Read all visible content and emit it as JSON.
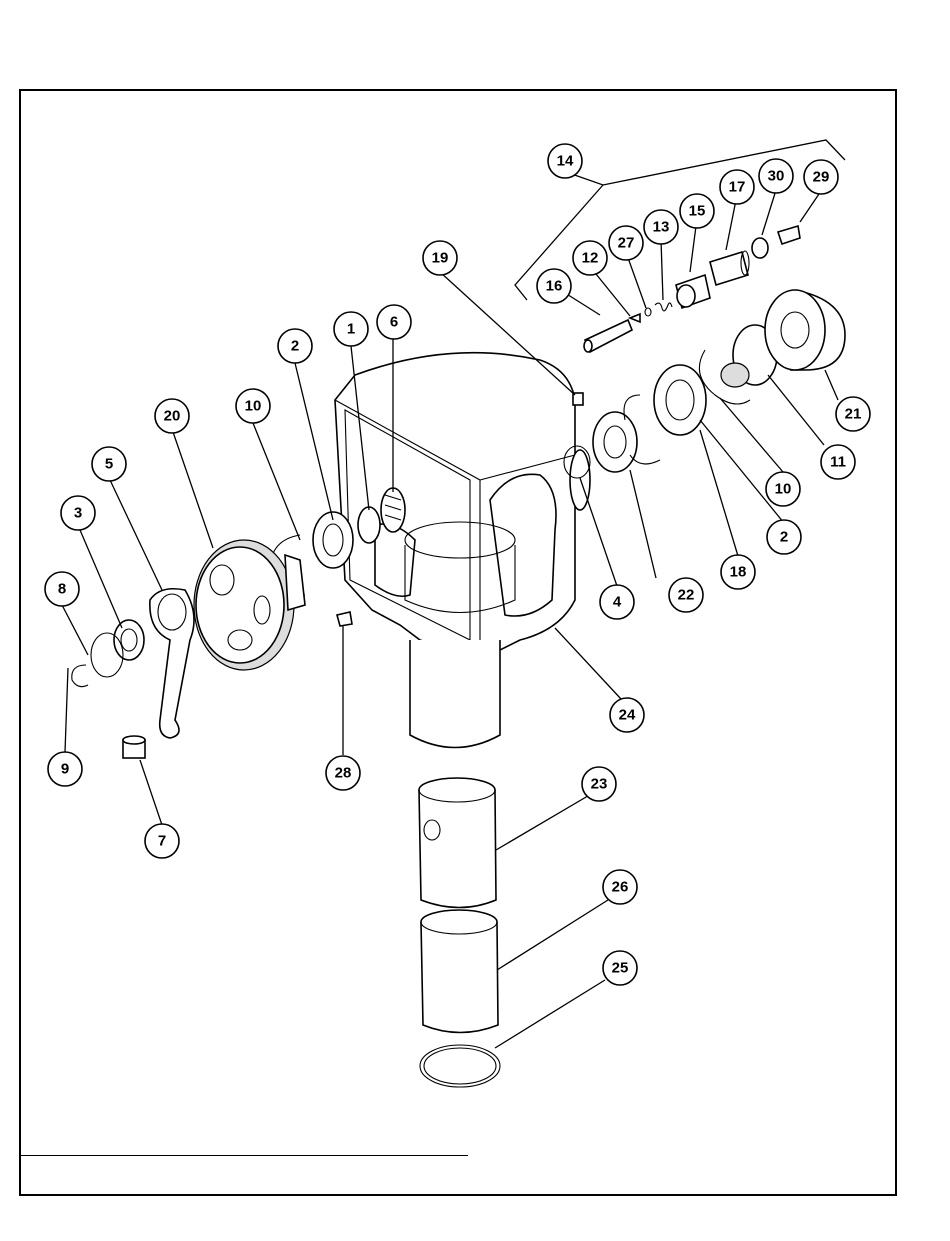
{
  "diagram": {
    "callouts": [
      {
        "id": "c1",
        "label": "1"
      },
      {
        "id": "c2a",
        "label": "2"
      },
      {
        "id": "c2b",
        "label": "2"
      },
      {
        "id": "c3",
        "label": "3"
      },
      {
        "id": "c4",
        "label": "4"
      },
      {
        "id": "c5",
        "label": "5"
      },
      {
        "id": "c6",
        "label": "6"
      },
      {
        "id": "c7",
        "label": "7"
      },
      {
        "id": "c8",
        "label": "8"
      },
      {
        "id": "c9",
        "label": "9"
      },
      {
        "id": "c10a",
        "label": "10"
      },
      {
        "id": "c10b",
        "label": "10"
      },
      {
        "id": "c11",
        "label": "11"
      },
      {
        "id": "c12",
        "label": "12"
      },
      {
        "id": "c13",
        "label": "13"
      },
      {
        "id": "c14",
        "label": "14"
      },
      {
        "id": "c15",
        "label": "15"
      },
      {
        "id": "c16",
        "label": "16"
      },
      {
        "id": "c17",
        "label": "17"
      },
      {
        "id": "c18",
        "label": "18"
      },
      {
        "id": "c19",
        "label": "19"
      },
      {
        "id": "c20",
        "label": "20"
      },
      {
        "id": "c21",
        "label": "21"
      },
      {
        "id": "c22",
        "label": "22"
      },
      {
        "id": "c23",
        "label": "23"
      },
      {
        "id": "c24",
        "label": "24"
      },
      {
        "id": "c25",
        "label": "25"
      },
      {
        "id": "c26",
        "label": "26"
      },
      {
        "id": "c27",
        "label": "27"
      },
      {
        "id": "c28",
        "label": "28"
      },
      {
        "id": "c29",
        "label": "29"
      },
      {
        "id": "c30",
        "label": "30"
      }
    ]
  }
}
